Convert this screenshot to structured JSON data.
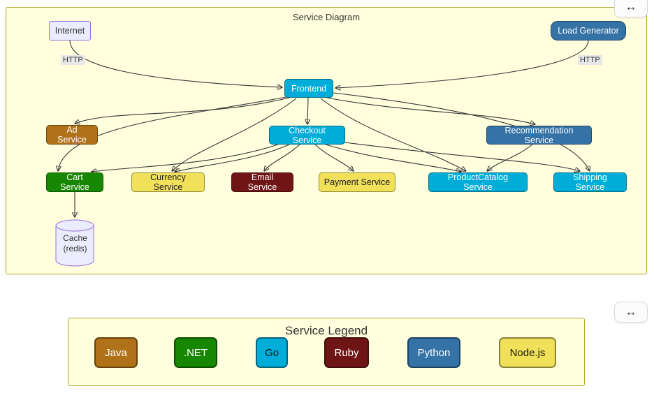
{
  "diagram": {
    "title": "Service Diagram",
    "nodes": {
      "internet": "Internet",
      "load_generator": "Load Generator",
      "frontend": "Frontend",
      "ad": "Ad Service",
      "checkout": "Checkout Service",
      "recommendation": "Recommendation Service",
      "cart": "Cart Service",
      "currency": "Currency Service",
      "email": "Email Service",
      "payment": "Payment Service",
      "product_catalog": "ProductCatalog Service",
      "shipping": "Shipping Service",
      "cache": "Cache\n(redis)"
    },
    "edge_labels": {
      "internet_http": "HTTP",
      "load_generator_http": "HTTP"
    }
  },
  "legend": {
    "title": "Service Legend",
    "items": [
      {
        "label": "Java",
        "color": "#b07219"
      },
      {
        "label": ".NET",
        "color": "#178600"
      },
      {
        "label": "Go",
        "color": "#00add8"
      },
      {
        "label": "Ruby",
        "color": "#701516"
      },
      {
        "label": "Python",
        "color": "#3572a5"
      },
      {
        "label": "Node.js",
        "color": "#f1e05a"
      }
    ]
  },
  "colors": {
    "java": "#b07219",
    "dotnet": "#178600",
    "go": "#00add8",
    "ruby": "#701516",
    "python": "#3572a5",
    "nodejs": "#f1e05a",
    "panel_bg": "#ffffde",
    "panel_border": "#aaaa33",
    "plain_node_bg": "#ececff",
    "plain_node_border": "#9370db",
    "edge": "#333333"
  },
  "controls": {
    "expand_icon": "↔"
  }
}
